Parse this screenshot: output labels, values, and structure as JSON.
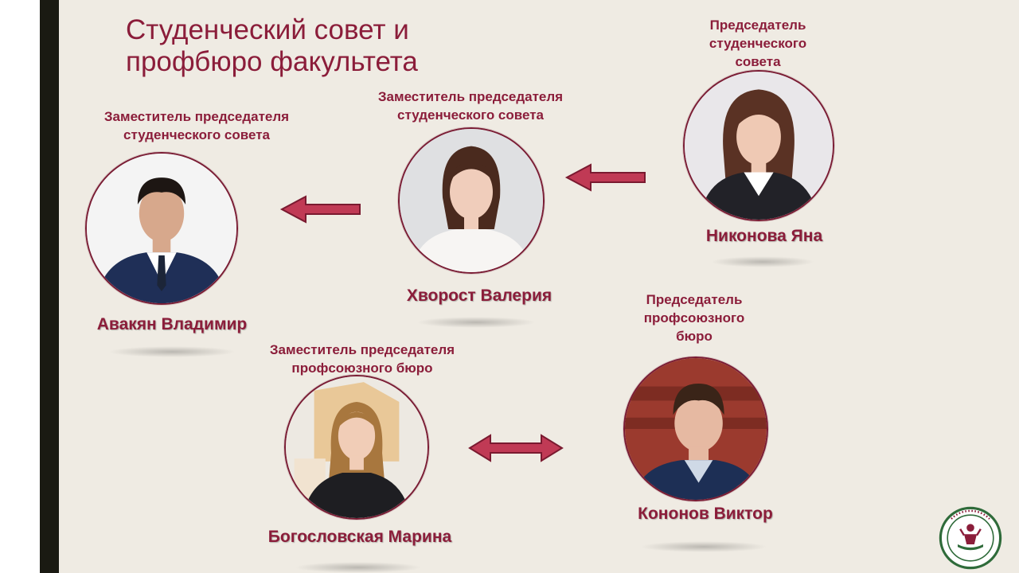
{
  "title": {
    "line1": "Студенческий  совет и",
    "line2": "профбюро факультета"
  },
  "people": [
    {
      "id": "nikonova",
      "role_lines": [
        "Председатель",
        "студенческого",
        "совета"
      ],
      "name": "Никонова Яна",
      "photo_icon": "woman-portrait-photo"
    },
    {
      "id": "khvorost",
      "role_lines": [
        "Заместитель председателя",
        "студенческого совета"
      ],
      "name": "Хворост Валерия",
      "photo_icon": "woman-portrait-photo"
    },
    {
      "id": "avakyan",
      "role_lines": [
        "Заместитель председателя",
        "студенческого совета"
      ],
      "name": "Авакян Владимир",
      "photo_icon": "man-portrait-photo"
    },
    {
      "id": "kononov",
      "role_lines": [
        "Председатель",
        "профсоюзного",
        "бюро"
      ],
      "name": "Кононов Виктор",
      "photo_icon": "man-portrait-photo"
    },
    {
      "id": "bogoslovskaya",
      "role_lines": [
        "Заместитель председателя",
        "профсоюзного бюро"
      ],
      "name": "Богословская Марина",
      "photo_icon": "woman-portrait-photo"
    }
  ],
  "colors": {
    "accent": "#8b1d3a",
    "arrow_fill": "#c03a55",
    "arrow_stroke": "#7a1a30",
    "background": "#efebe3",
    "side_bar": "#1a1a12"
  },
  "logo_icon": "faculty-student-council-logo"
}
